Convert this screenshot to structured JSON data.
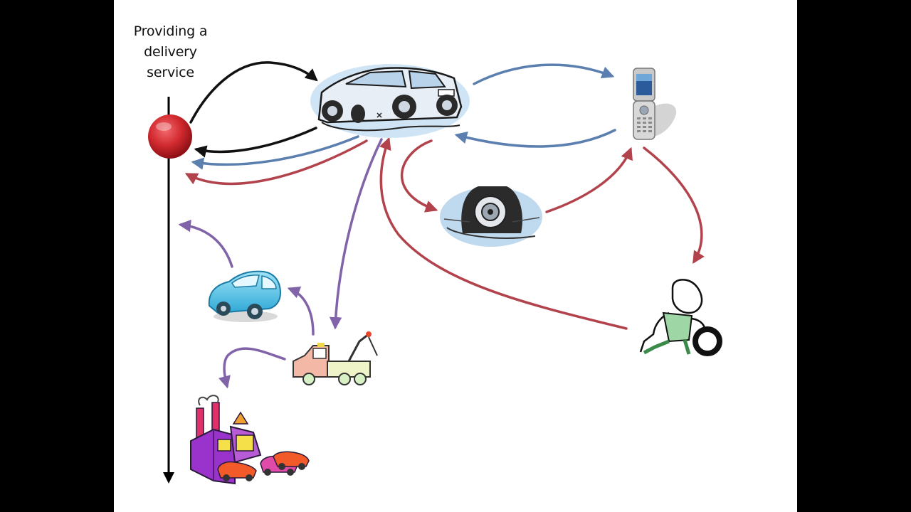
{
  "slide": {
    "title_lines": [
      "Providing a",
      "delivery",
      "service"
    ]
  },
  "nodes": {
    "start": "red-dot",
    "broken_car": "broken-down-car-illustration",
    "phone": "mobile-phone-illustration",
    "flat_tire": "flat-tire-illustration",
    "mechanic": "mechanic-rolling-tire-illustration",
    "replacement_car": "blue-car-illustration",
    "tow_truck": "tow-truck-illustration",
    "factory": "car-factory-illustration"
  },
  "colors": {
    "background": "#000000",
    "slide": "#ffffff",
    "timeline": "#000000",
    "start_dot": "#cc1f24",
    "black_arrows": "#111111",
    "blue_arrows": "#5b7fae",
    "red_arrows": "#b2434d",
    "purple_arrows": "#8063a8"
  }
}
